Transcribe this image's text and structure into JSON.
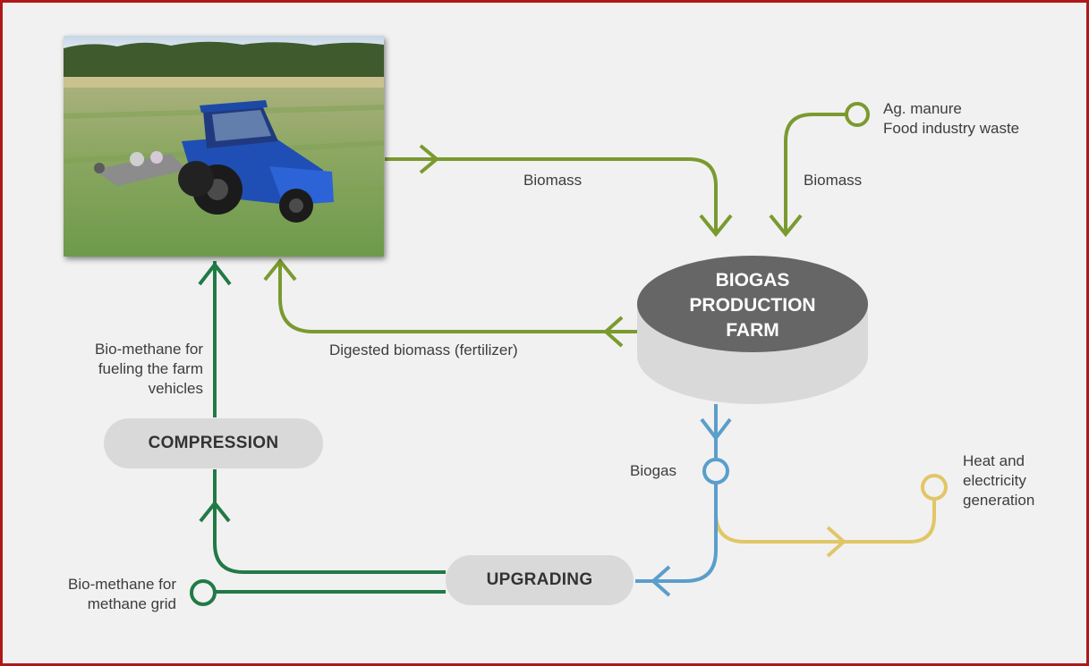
{
  "nodes": {
    "tank": [
      "BIOGAS",
      "PRODUCTION",
      "FARM"
    ],
    "compression": "COMPRESSION",
    "upgrading": "UPGRADING"
  },
  "labels": {
    "biomass_left": "Biomass",
    "biomass_right": "Biomass",
    "manure": [
      "Ag. manure",
      "Food industry waste"
    ],
    "digested": "Digested biomass (fertilizer)",
    "fueling": [
      "Bio-methane for",
      "fueling the farm",
      "vehicles"
    ],
    "biogas": "Biogas",
    "heat": [
      "Heat and",
      "electricity",
      "generation"
    ],
    "grid": [
      "Bio-methane for",
      "methane grid"
    ]
  },
  "colors": {
    "biomass_green": "#7a9a2f",
    "methane_green": "#217a46",
    "biogas_blue": "#5a9ecb",
    "heat_yellow": "#e1c667",
    "tank_top": "#686868",
    "tank_body": "#d8d8d8"
  }
}
